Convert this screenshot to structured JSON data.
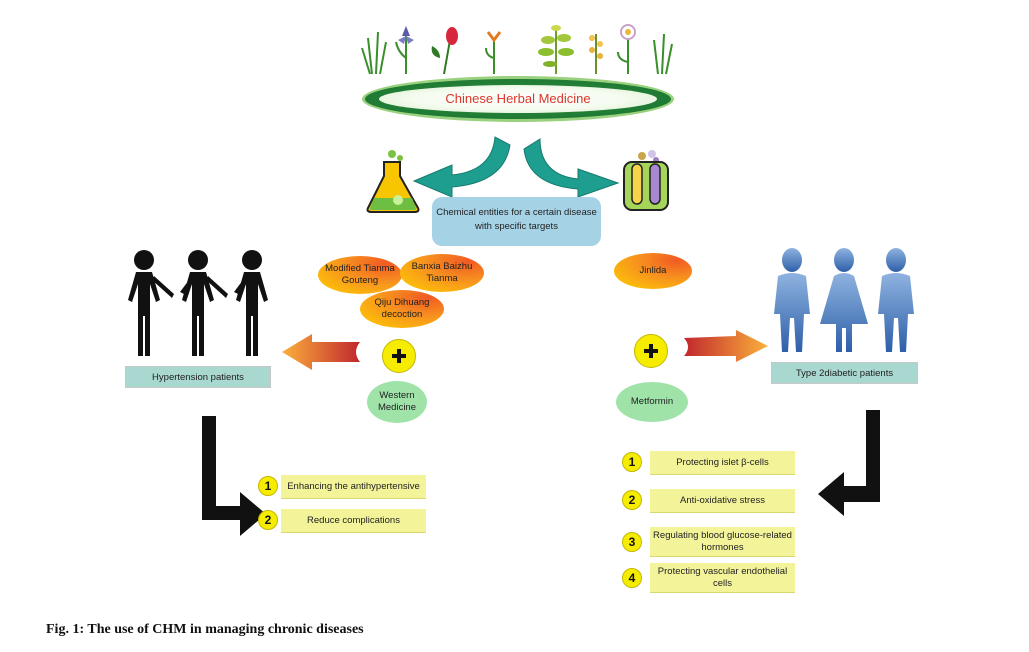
{
  "top": {
    "title": "Chinese Herbal Medicine"
  },
  "center": {
    "box_text": "Chemical entities for a certain disease with specific targets"
  },
  "left": {
    "herbs": [
      "Modified Tianma Gouteng",
      "Banxia Baizhu Tianma",
      "Qiju Dihuang decoction"
    ],
    "western": "Western Medicine",
    "patients_label": "Hypertension patients",
    "effects": [
      {
        "n": "1",
        "text": "Enhancing the antihypertensive"
      },
      {
        "n": "2",
        "text": "Reduce complications"
      }
    ]
  },
  "right": {
    "herb": "Jinlida",
    "western": "Metformin",
    "patients_label": "Type 2diabetic patients",
    "effects": [
      {
        "n": "1",
        "text": "Protecting islet β-cells"
      },
      {
        "n": "2",
        "text": "Anti-oxidative stress"
      },
      {
        "n": "3",
        "text": "Regulating blood glucose-related hormones"
      },
      {
        "n": "4",
        "text": "Protecting vascular endothelial cells"
      }
    ]
  },
  "colors": {
    "ellipse": "#1f7a33",
    "title_red": "#d9372b",
    "teal_box": "#a8d8cf",
    "yellow": "#f5ec00",
    "orange": "#f7931e"
  },
  "caption": "Fig. 1: The use of CHM in managing chronic diseases"
}
